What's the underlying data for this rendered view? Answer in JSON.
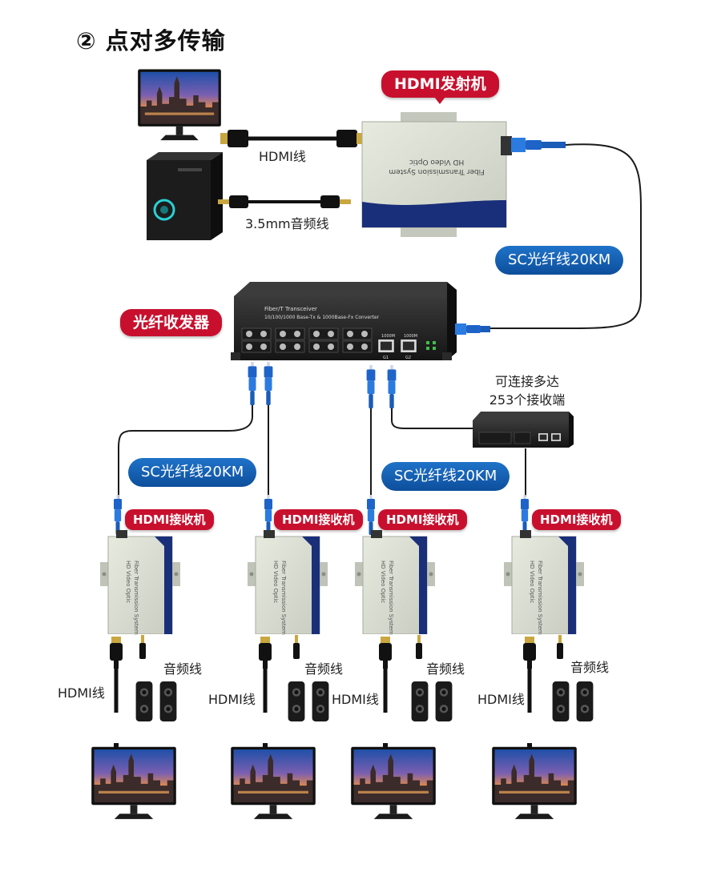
{
  "title": "② 点对多传输",
  "labels": {
    "hdmi_tx": "HDMI发射机",
    "transceiver": "光纤收发器",
    "hdmi_rx": "HDMI接收机",
    "hdmi_cable": "HDMI线",
    "audio_cable_35": "3.5mm音频线",
    "audio_cable": "音频线",
    "fiber_sc": "SC光纤线20KM",
    "multi_note_line1": "可连接多达",
    "multi_note_line2": "253个接收端"
  },
  "device_text": {
    "tx_line1": "HD Video Optic",
    "tx_line2": "Fiber Transmission System",
    "transceiver_line1": "Fiber/T Transceiver",
    "transceiver_line2": "10/100/1000 Base-Tx & 1000Base-Fx Converter",
    "port_label_1": "1000M",
    "port_label_2": "1000M",
    "port_g1": "G1",
    "port_g2": "G2"
  },
  "colors": {
    "red_label": "#c8102e",
    "blue_label": "#1565c0",
    "device_body": "#d9ddd2",
    "device_stripe": "#1a2f7a",
    "transceiver_body": "#2a2a2a",
    "fiber_connector": "#1e63c8"
  }
}
